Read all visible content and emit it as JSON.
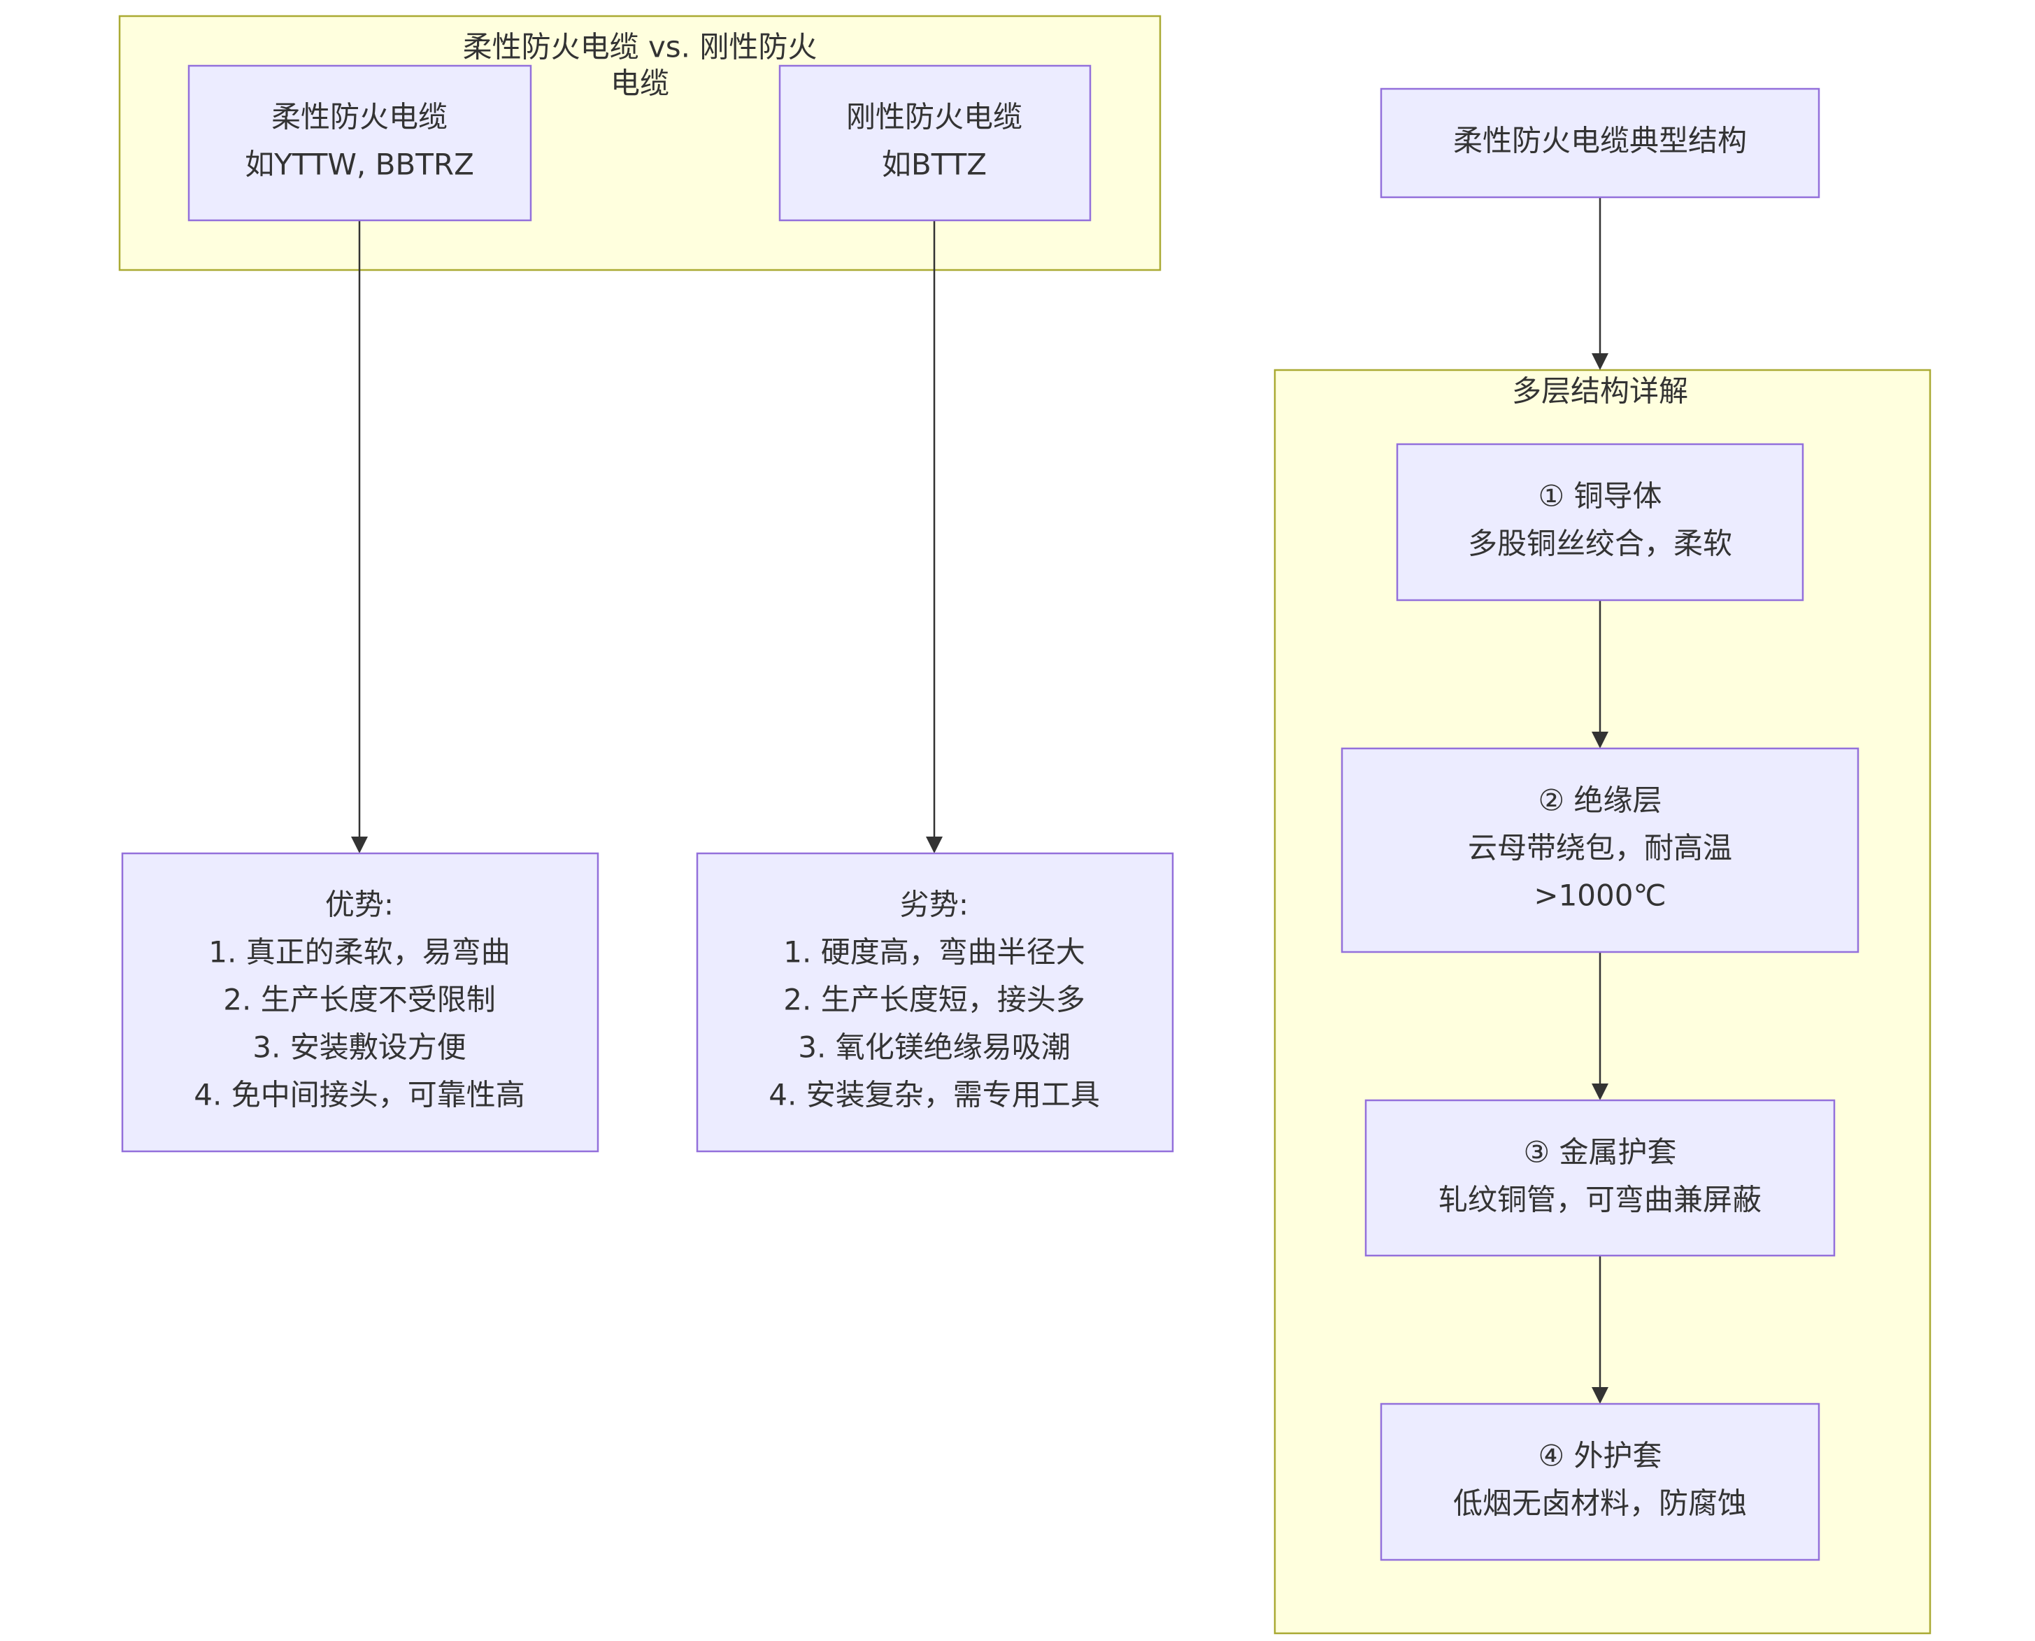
{
  "clusters": {
    "comparison": {
      "title_line1": "柔性防火电缆 vs. 刚性防火",
      "title_line2": "电缆"
    },
    "layers": {
      "title": "多层结构详解"
    }
  },
  "nodes": {
    "flexible": {
      "line1": "柔性防火电缆",
      "line2": "如YTTW, BBTRZ"
    },
    "rigid": {
      "line1": "刚性防火电缆",
      "line2": "如BTTZ"
    },
    "advantages": {
      "lines": [
        "优势:",
        "1. 真正的柔软，易弯曲",
        "2. 生产长度不受限制",
        "3. 安装敷设方便",
        "4. 免中间接头，可靠性高"
      ]
    },
    "disadvantages": {
      "lines": [
        "劣势:",
        "1. 硬度高，弯曲半径大",
        "2. 生产长度短，接头多",
        "3. 氧化镁绝缘易吸潮",
        "4. 安装复杂，需专用工具"
      ]
    },
    "structure": {
      "line1": "柔性防火电缆典型结构"
    },
    "layer1": {
      "line1": "① 铜导体",
      "line2": "多股铜丝绞合，柔软"
    },
    "layer2": {
      "line1": "② 绝缘层",
      "line2": "云母带绕包，耐高温",
      "line3": ">1000℃"
    },
    "layer3": {
      "line1": "③ 金属护套",
      "line2": "轧纹铜管，可弯曲兼屏蔽"
    },
    "layer4": {
      "line1": "④ 外护套",
      "line2": "低烟无卤材料，防腐蚀"
    }
  },
  "edges": [
    {
      "from": "flexible",
      "to": "advantages"
    },
    {
      "from": "rigid",
      "to": "disadvantages"
    },
    {
      "from": "structure",
      "to": "layers"
    },
    {
      "from": "layer1",
      "to": "layer2"
    },
    {
      "from": "layer2",
      "to": "layer3"
    },
    {
      "from": "layer3",
      "to": "layer4"
    }
  ],
  "colors": {
    "cluster_fill": "#ffffde",
    "cluster_stroke": "#aaaa33",
    "node_fill": "#ececff",
    "node_stroke": "#9370db",
    "edge": "#333333",
    "text": "#333333"
  }
}
